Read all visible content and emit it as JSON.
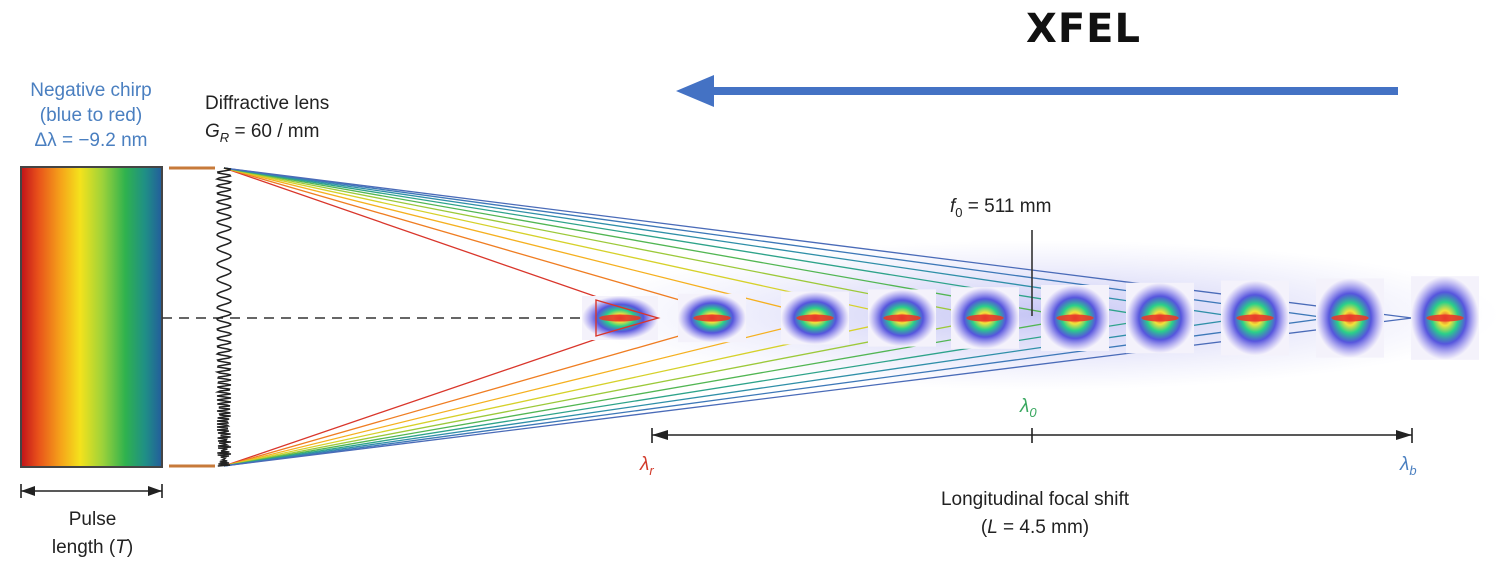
{
  "title": "XFEL",
  "chirp": {
    "line1": "Negative chirp",
    "line2": "(blue to red)",
    "line3_prefix": "Δλ",
    "line3_value": " = −9.2 nm"
  },
  "lens": {
    "title": "Diffractive lens",
    "symbol": "G",
    "subscript": "R",
    "value": " = 60 / mm"
  },
  "focal": {
    "symbol": "f",
    "subscript": "0",
    "value": " = 511 mm"
  },
  "wavelengths": {
    "center_symbol": "λ",
    "center_sub": "0",
    "red_symbol": "λ",
    "red_sub": "r",
    "blue_symbol": "λ",
    "blue_sub": "b"
  },
  "shift": {
    "line1": "Longitudinal focal shift",
    "line2_open": "(",
    "line2_symbol": "L",
    "line2_value": " = 4.5 mm)"
  },
  "pulse": {
    "line1": "Pulse",
    "line2_prefix": "length (",
    "line2_symbol": "T",
    "line2_suffix": ")"
  },
  "colors": {
    "arrow": "#4472c4",
    "ray_colors": [
      "#d9362b",
      "#ef7d22",
      "#f5b01f",
      "#d6d12a",
      "#9cc93a",
      "#52b653",
      "#2ea38a",
      "#2f8fa8",
      "#3d78b8",
      "#4a6bb8"
    ],
    "spot_core": "#e83a2a",
    "spot_mid": "#f5e13a",
    "spot_outer": "#2ad08a",
    "spot_halo": "#3a2ad8"
  }
}
